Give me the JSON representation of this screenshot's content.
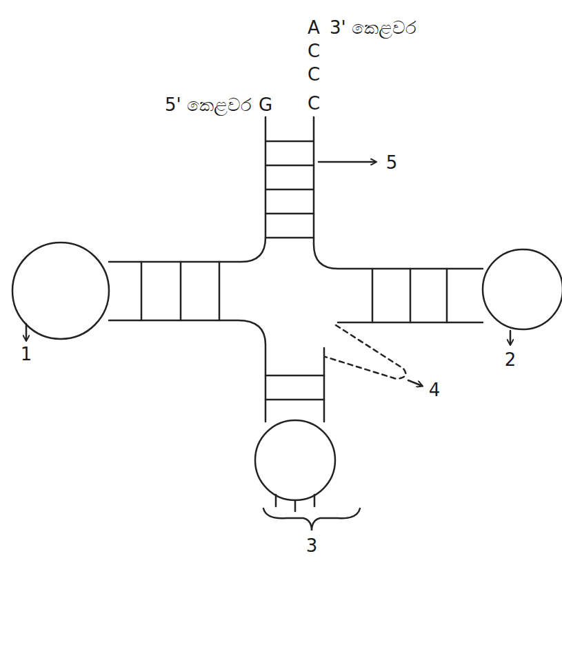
{
  "diagram": {
    "labels": [
      "5' කෙළවර",
      "G",
      "A",
      "3' කෙළවර",
      "C",
      "C",
      "C",
      "5",
      "1",
      "2",
      "4",
      "3"
    ]
  }
}
